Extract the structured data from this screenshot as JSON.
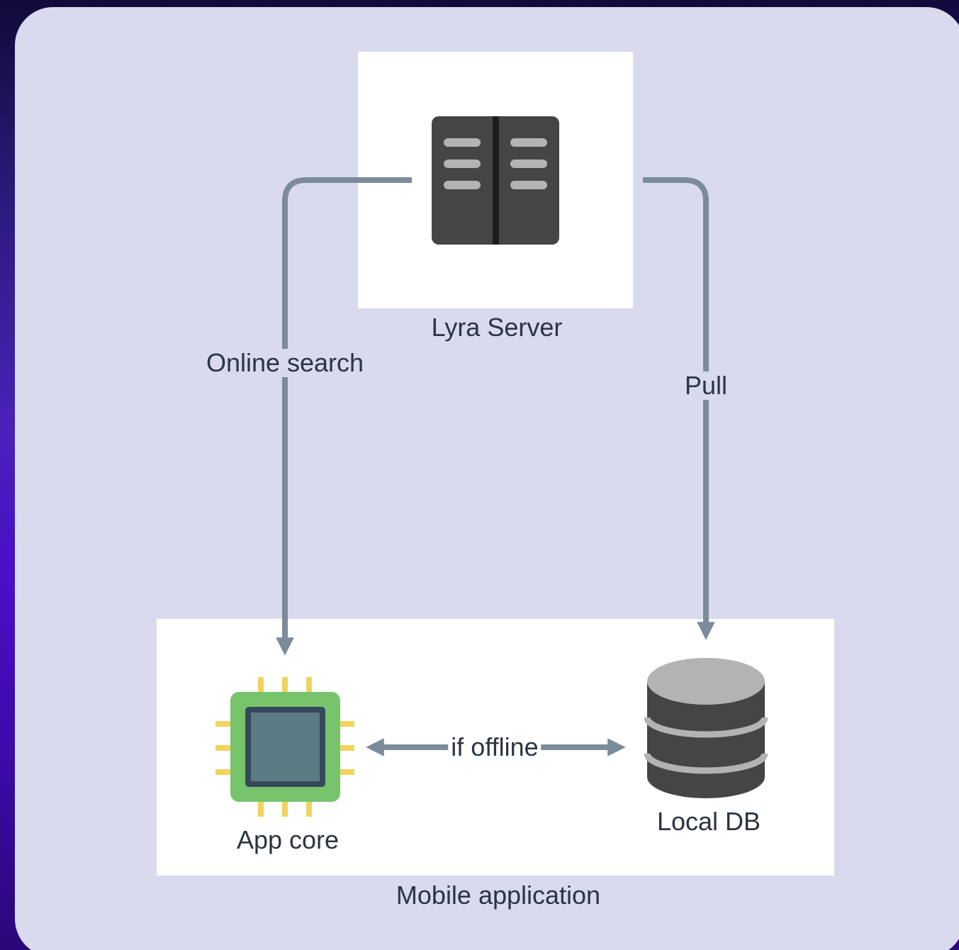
{
  "diagram": {
    "nodes": {
      "server": {
        "label": "Lyra Server",
        "icon": "server-icon"
      },
      "app_core": {
        "label": "App core",
        "icon": "cpu-chip-icon"
      },
      "local_db": {
        "label": "Local DB",
        "icon": "database-icon"
      }
    },
    "groups": {
      "mobile": {
        "label": "Mobile application"
      }
    },
    "edges": {
      "online_search": {
        "label": "Online search",
        "from": "Lyra Server",
        "to": "App core"
      },
      "pull": {
        "label": "Pull",
        "from": "Lyra Server",
        "to": "Local DB"
      },
      "if_offline": {
        "label": "if offline",
        "from": "App core",
        "to": "Local DB",
        "bidirectional": true
      }
    }
  },
  "colors": {
    "card_background": "#d9daee",
    "connector": "#7b8b9a",
    "text": "#2b3442",
    "server_body": "#454545",
    "chip_green": "#78c46d",
    "chip_core": "#5a7b84",
    "chip_pins": "#f2d35f",
    "db_body": "#454545",
    "db_top": "#b3b3b3"
  }
}
